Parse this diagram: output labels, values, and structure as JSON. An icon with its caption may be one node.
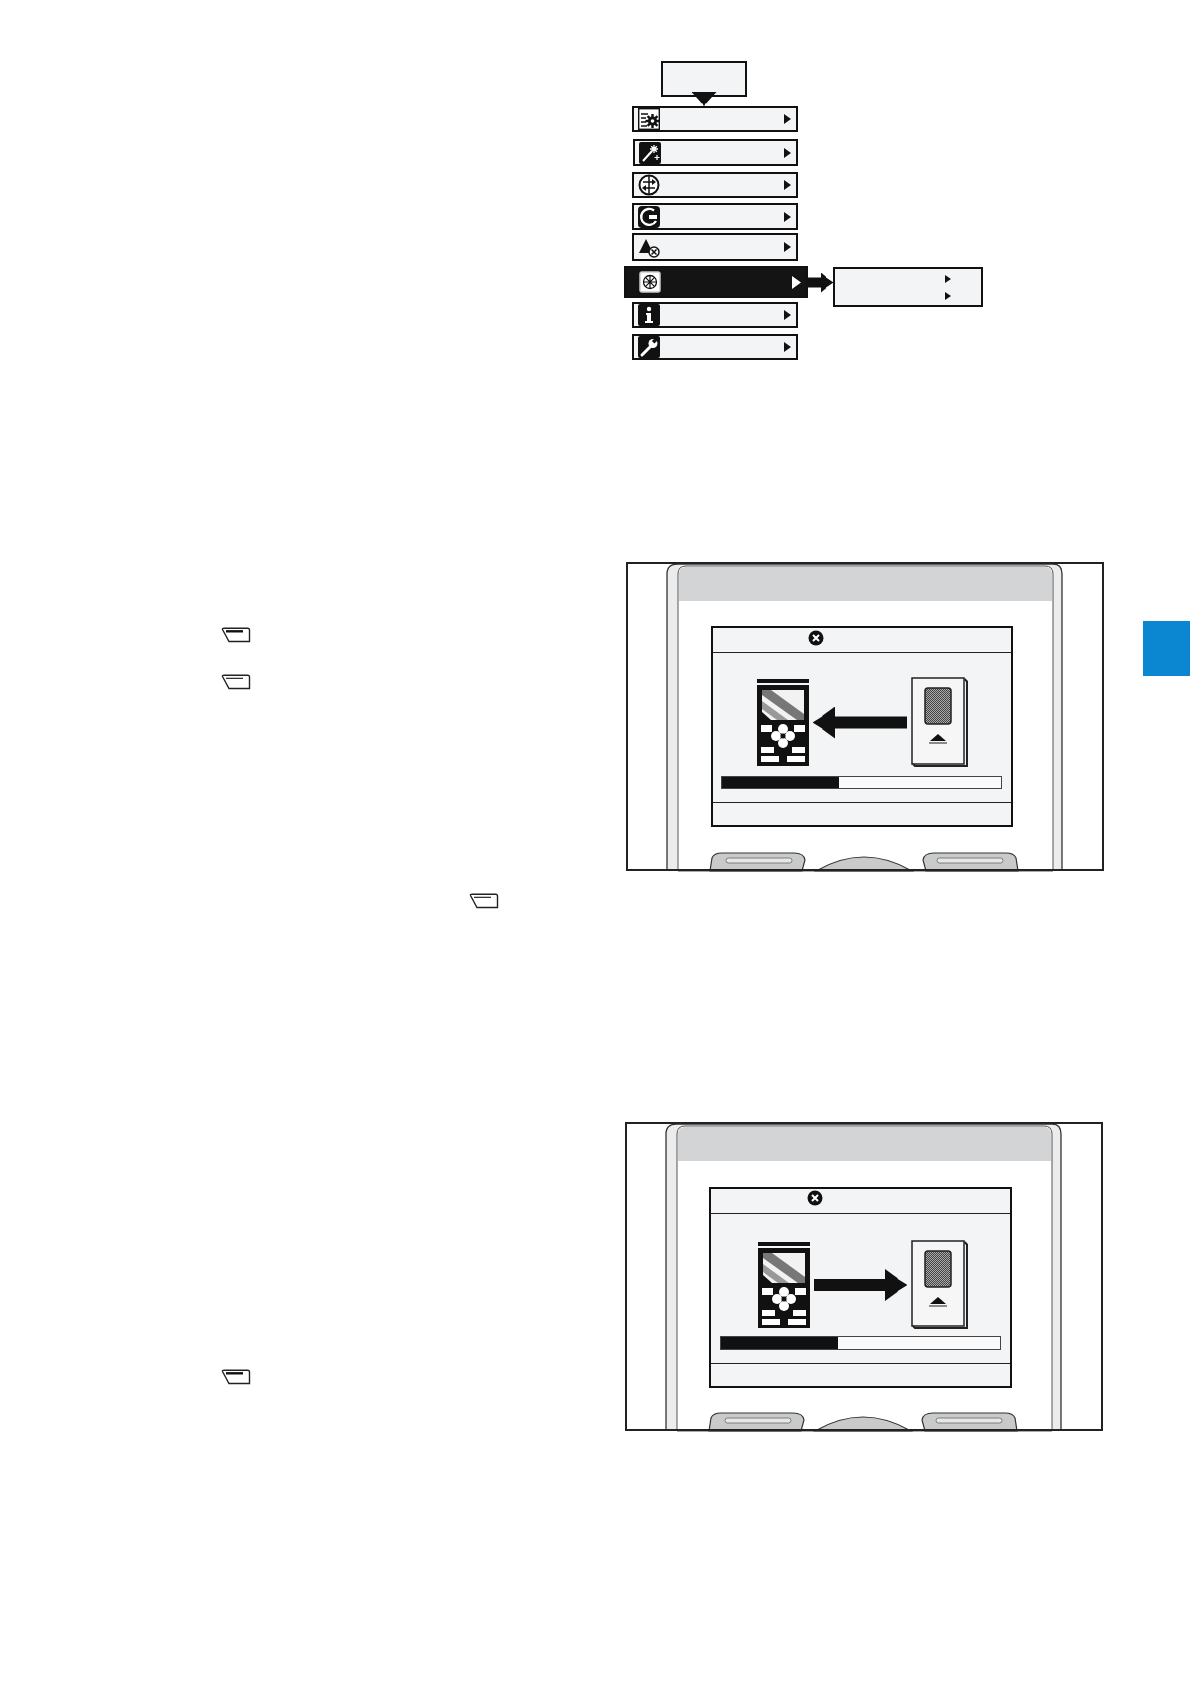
{
  "diagram": {
    "nodes": [
      {
        "text": [],
        "shape": "box"
      },
      {
        "text": [],
        "shape": "box"
      },
      {
        "text": [],
        "shape": "box"
      },
      {
        "text": [],
        "shape": "box"
      },
      {
        "text": [],
        "shape": "box"
      },
      {
        "text": [],
        "shape": "box"
      },
      {
        "text": [],
        "shape": "box"
      },
      {
        "text": [],
        "shape": "box"
      },
      {
        "text": [],
        "shape": "box"
      },
      {
        "text": [],
        "shape": "box"
      },
      {
        "text": [],
        "shape": "box"
      },
      {
        "text": [],
        "shape": "picture",
        "in": 10
      },
      {
        "text": [],
        "shape": "picture",
        "in": 10
      },
      {
        "text": [],
        "shape": "box"
      },
      {
        "text": [],
        "shape": "picture",
        "in": 13
      },
      {
        "text": [],
        "shape": "picture",
        "in": 13
      }
    ],
    "edges": [
      {
        "from": 0,
        "to": 1,
        "arrow": "to"
      },
      {
        "from": 6,
        "to": 9,
        "arrow": "to"
      },
      {
        "from": 12,
        "to": 11,
        "arrow": "to"
      },
      {
        "from": 14,
        "to": 15,
        "arrow": "to"
      }
    ]
  }
}
